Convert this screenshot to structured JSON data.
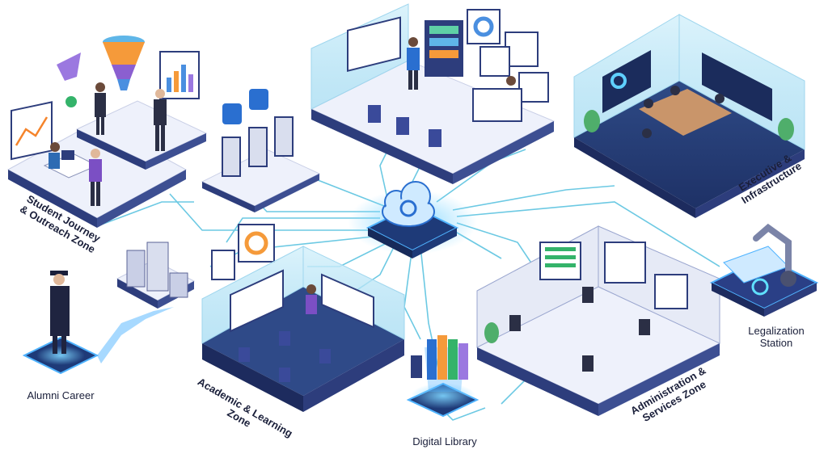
{
  "diagram": {
    "hub": {
      "icon": "cloud-sync-icon"
    },
    "zones": {
      "student_journey": {
        "line1": "Student Journey",
        "line2": "& Outreach Zone"
      },
      "executive": {
        "line1": "Executive &",
        "line2": "Infrastructure"
      },
      "legalization": {
        "line1": "Legalization",
        "line2": "Station"
      },
      "administration": {
        "line1": "Administration &",
        "line2": "Services Zone"
      },
      "digital_library": {
        "label": "Digital Library"
      },
      "academic": {
        "line1": "Academic & Learning",
        "line2": "Zone"
      },
      "alumni": {
        "label": "Alumni Career"
      }
    },
    "colors": {
      "platform_top": "#eef1fb",
      "platform_side": "#2d3d7c",
      "glass": "#bfe6f5",
      "connector": "#5bc4e0",
      "hub_glow": "#4fb3ff",
      "label_text": "#1a1f3a"
    }
  }
}
